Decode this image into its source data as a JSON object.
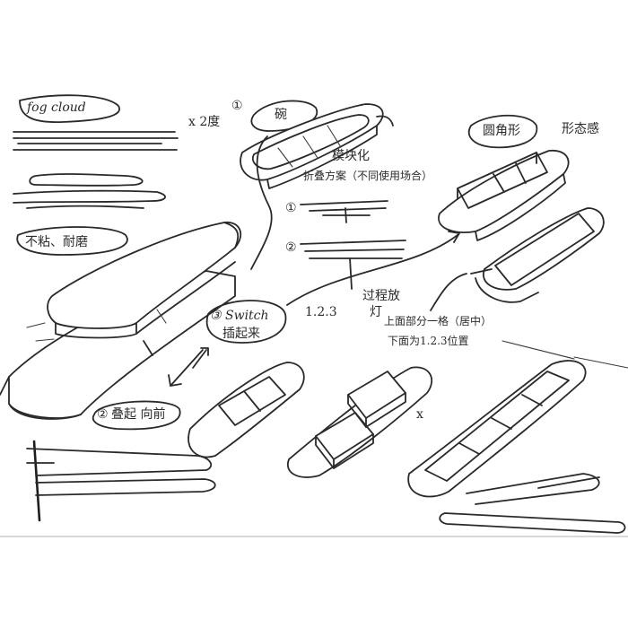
{
  "labels": {
    "fog_cloud": "fog cloud",
    "x2": "x 2度",
    "num1_top": "①",
    "bowl": "碗",
    "circle_shape": "圆角形",
    "form_feel": "形态感",
    "structure": "模块化",
    "fold_plan": "折叠方案（不同使用场合）",
    "num1_mid": "①",
    "num2_mid": "②",
    "no_sticky": "不粘、耐磨",
    "switch_line1": "③ Switch",
    "switch_line2": "插起来",
    "seq": "1.2.3",
    "reason": "过程放",
    "reason2": "灯",
    "upper": "上面部分一格（居中）",
    "lower": "下面为1.2.3位置",
    "num2_bottom": "②",
    "fold_text": "叠起  向前",
    "cross": "x"
  },
  "colors": {
    "ink": "#2a2a2a",
    "paper": "#ffffff"
  }
}
